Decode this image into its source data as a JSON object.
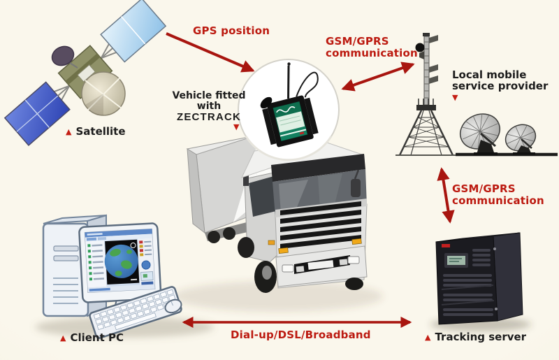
{
  "scene": {
    "background_color": "#f8f4e6",
    "accent_red": "#b5150e",
    "text_black": "#1c1c1c"
  },
  "icons": {
    "marker_up": "▲",
    "marker_down": "▼"
  },
  "connections": {
    "gps": {
      "label": "GPS position"
    },
    "gsm_vehicle_tower": {
      "line1": "GSM/GPRS",
      "line2": "communication"
    },
    "gsm_tower_server": {
      "line1": "GSM/GPRS",
      "line2": "communication"
    },
    "dialup": {
      "label": "Dial-up/DSL/Broadband"
    }
  },
  "nodes": {
    "satellite": {
      "label": "Satellite"
    },
    "vehicle": {
      "line1": "Vehicle fitted",
      "line2": "with",
      "device": "ZECTRACK"
    },
    "provider": {
      "line1": "Local mobile",
      "line2": "service provider"
    },
    "client_pc": {
      "label": "Client PC"
    },
    "tracking_server": {
      "label": "Tracking server"
    }
  }
}
